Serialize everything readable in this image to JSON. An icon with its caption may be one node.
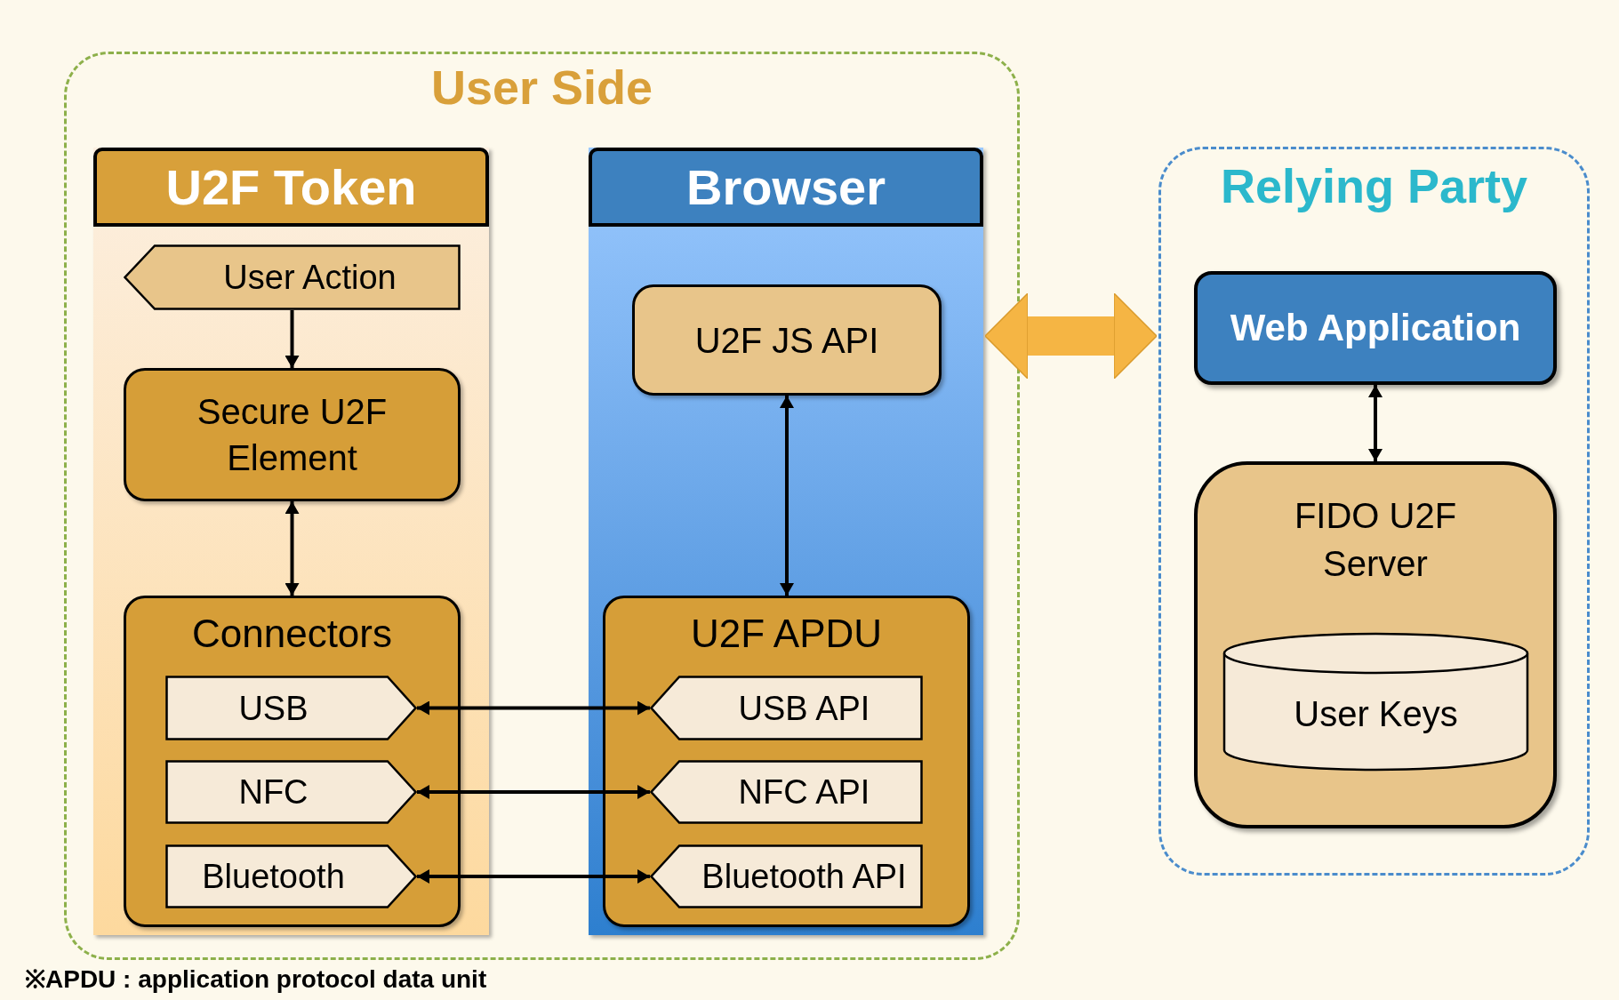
{
  "diagram": {
    "nodes": [
      {
        "text": [
          "User Side"
        ]
      },
      {
        "text": [
          "U2F Token"
        ],
        "in": 0
      },
      {
        "text": [
          "User Action"
        ],
        "in": 1
      },
      {
        "text": [
          "Secure U2F Element"
        ],
        "in": 1
      },
      {
        "text": [
          "Connectors"
        ],
        "in": 1
      },
      {
        "text": [
          "USB"
        ],
        "in": 4
      },
      {
        "text": [
          "NFC"
        ],
        "in": 4
      },
      {
        "text": [
          "Bluetooth"
        ],
        "in": 4
      },
      {
        "text": [
          "Browser"
        ],
        "in": 0
      },
      {
        "text": [
          "U2F JS API"
        ],
        "in": 8
      },
      {
        "text": [
          "U2F APDU"
        ],
        "in": 8
      },
      {
        "text": [
          "USB API"
        ],
        "in": 10
      },
      {
        "text": [
          "NFC API"
        ],
        "in": 10
      },
      {
        "text": [
          "Bluetooth API"
        ],
        "in": 10
      },
      {
        "text": [
          "Relying Party"
        ]
      },
      {
        "text": [
          "Web Application"
        ],
        "in": 14
      },
      {
        "text": [
          "FIDO U2F Server"
        ],
        "in": 14
      },
      {
        "text": [
          "User Keys"
        ],
        "in": 16
      }
    ],
    "edges": [
      {
        "from": 2,
        "to": 3,
        "arrow": "to"
      },
      {
        "from": 3,
        "to": 4,
        "arrow": "both"
      },
      {
        "from": 9,
        "to": 10,
        "arrow": "both"
      },
      {
        "from": 5,
        "to": 11,
        "arrow": "both"
      },
      {
        "from": 6,
        "to": 12,
        "arrow": "both"
      },
      {
        "from": 7,
        "to": 13,
        "arrow": "both"
      },
      {
        "from": 8,
        "to": 14,
        "arrow": "both",
        "style": "thick",
        "color": "#f5b544"
      },
      {
        "from": 15,
        "to": 16,
        "arrow": "both"
      }
    ],
    "labels": [
      "※APDU : application protocol data unit"
    ]
  }
}
